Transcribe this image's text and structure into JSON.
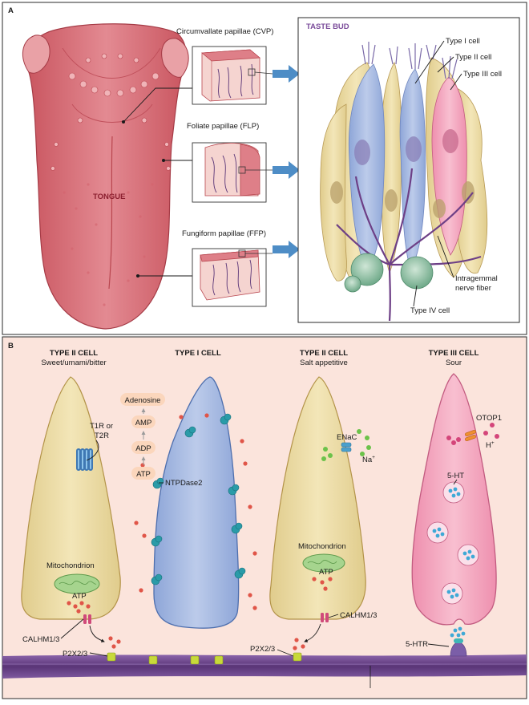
{
  "panel_a": {
    "letter": "A",
    "tongue_label": "TONGUE",
    "papillae": {
      "cvp": "Circumvallate papillae (CVP)",
      "flp": "Foliate papillae (FLP)",
      "ffp": "Fungiform papillae (FFP)"
    },
    "taste_bud": {
      "title": "TASTE BUD",
      "type1": "Type I cell",
      "type2": "Type II cell",
      "type3": "Type III cell",
      "type4": "Type IV cell",
      "nerve_line1": "Intragemmal",
      "nerve_line2": "nerve fiber"
    }
  },
  "panel_b": {
    "letter": "B",
    "cells": [
      {
        "title": "TYPE II CELL",
        "subtitle": "Sweet/umami/bitter"
      },
      {
        "title": "TYPE I CELL",
        "subtitle": ""
      },
      {
        "title": "TYPE II CELL",
        "subtitle": "Salt appetitive"
      },
      {
        "title": "TYPE III CELL",
        "subtitle": "Sour"
      }
    ],
    "labels": {
      "t1r_line1": "T1R or",
      "t1r_line2": "T2R",
      "mito1": "Mitochondrion",
      "atp1": "ATP",
      "calhm1": "CALHM1/3",
      "p2x1": "P2X2/3",
      "adenosine": "Adenosine",
      "amp": "AMP",
      "adp": "ADP",
      "atp_mid": "ATP",
      "ntpdase": "NTPDase2",
      "enac": "ENaC",
      "na": "Na",
      "na_sup": "+",
      "mito2": "Mitochondrion",
      "atp2": "ATP",
      "calhm2": "CALHM1/3",
      "p2x2": "P2X2/3",
      "otop": "OTOP1",
      "h": "H",
      "h_sup": "+",
      "ht": "5-HT",
      "htr": "5-HTR"
    }
  },
  "colors": {
    "tongue": "#d9707a",
    "tongue_dark": "#b4454f",
    "type1_blue": "#9fb4de",
    "type2_tan": "#ecdca4",
    "type3_pink": "#f4a3bc",
    "type4_green": "#8fc2a3",
    "nerve": "#6d3f86",
    "panel_b_bg": "#fbe4dc",
    "atp_red": "#e05548",
    "receptor_teal": "#1f8f9b"
  }
}
